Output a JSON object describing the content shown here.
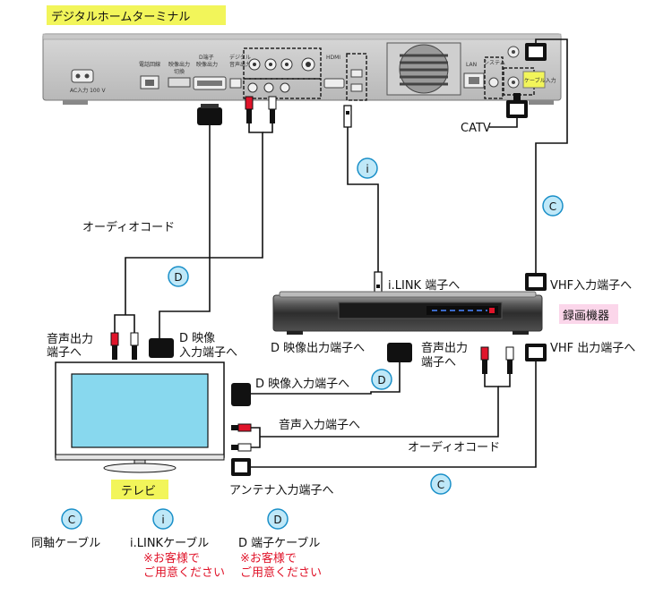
{
  "diagram": {
    "terminal_title": "デジタルホームターミナル",
    "catv": "CATV",
    "audio_cord_top": "オーディオコード",
    "audio_cord_bottom": "オーディオコード",
    "ilink_in": "i.LINK 端子へ",
    "vhf_in": "VHF入力端子へ",
    "vhf_out": "VHF 出力端子へ",
    "recorder": "録画機器",
    "audio_out_tv_1": "音声出力",
    "audio_out_tv_2": "端子へ",
    "d_video_in_1": "D 映像",
    "d_video_in_2": "入力端子へ",
    "d_video_out": "D 映像出力端子へ",
    "audio_out_rec_1": "音声出力",
    "audio_out_rec_2": "端子へ",
    "d_video_in_tv": "D 映像入力端子へ",
    "audio_in_tv": "音声入力端子へ",
    "antenna_in": "アンテナ入力端子へ",
    "tv": "テレビ",
    "badges": {
      "c": "C",
      "i": "i",
      "d": "D"
    },
    "legend": {
      "coax": "同軸ケーブル",
      "ilink": "i.LINKケーブル",
      "dcable": "D 端子ケーブル",
      "note1_1": "※お客様で",
      "note1_2": "ご用意ください",
      "note2_1": "※お客様で",
      "note2_2": "ご用意ください"
    },
    "panel": {
      "ac_in": "AC入力 100 V",
      "phone": "電話回線",
      "video_out": "映像出力",
      "switch": "切換",
      "d_terminal": "D端子",
      "d_video_out": "映像出力",
      "digital": "デジタル",
      "audio_out": "音声出力",
      "hdmi": "HDMI",
      "lan": "LAN",
      "system": "システム",
      "cable_in": "ケーブル入力"
    },
    "colors": {
      "badge_fill": "#bfe8f8",
      "badge_stroke": "#1a8fc8",
      "title_bg": "#f2f55a",
      "recorder_bg": "#fbd6ea",
      "note_red": "#e0142a",
      "tv_screen": "#88d8ee"
    }
  }
}
